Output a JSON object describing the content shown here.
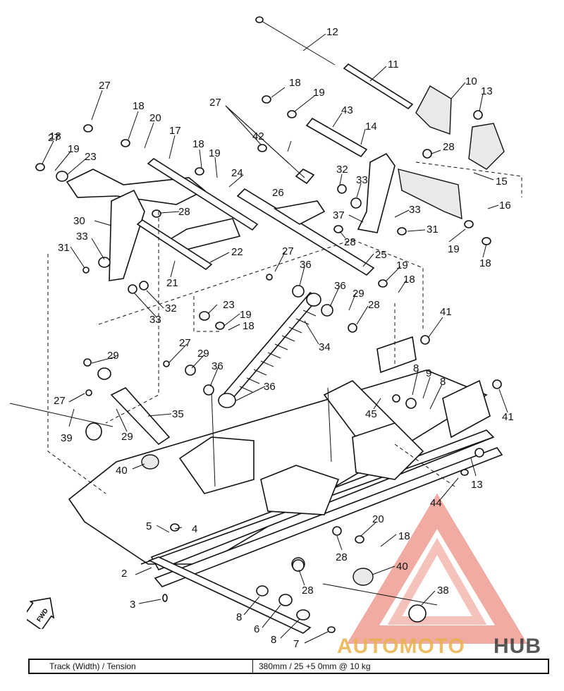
{
  "callouts": [
    "12",
    "11",
    "10",
    "13",
    "18",
    "19",
    "43",
    "14",
    "27",
    "27",
    "18",
    "20",
    "17",
    "18",
    "19",
    "27",
    "42",
    "32",
    "33",
    "28",
    "15",
    "16",
    "18",
    "19",
    "23",
    "24",
    "26",
    "30",
    "28",
    "37",
    "33",
    "31",
    "33",
    "28",
    "19",
    "31",
    "22",
    "27",
    "36",
    "25",
    "19",
    "18",
    "21",
    "36",
    "29",
    "28",
    "18",
    "32",
    "33",
    "23",
    "19",
    "18",
    "41",
    "34",
    "29",
    "27",
    "29",
    "36",
    "8",
    "9",
    "8",
    "27",
    "36",
    "45",
    "41",
    "35",
    "39",
    "29",
    "40",
    "13",
    "44",
    "5",
    "4",
    "20",
    "18",
    "28",
    "40",
    "2",
    "28",
    "38",
    "3",
    "8",
    "6",
    "8",
    "7"
  ],
  "fwd_label": "FWD",
  "watermark": {
    "part1": "AUTOMOTO",
    "part2": "HUB",
    "color_gold": "#e8b14a",
    "color_dark": "#3a3a3a",
    "color_red": "#e04a3a"
  },
  "spec_table": {
    "label": "Track (Width) / Tension",
    "value": "380mm / 25 +5 0mm @ 10 kg"
  }
}
